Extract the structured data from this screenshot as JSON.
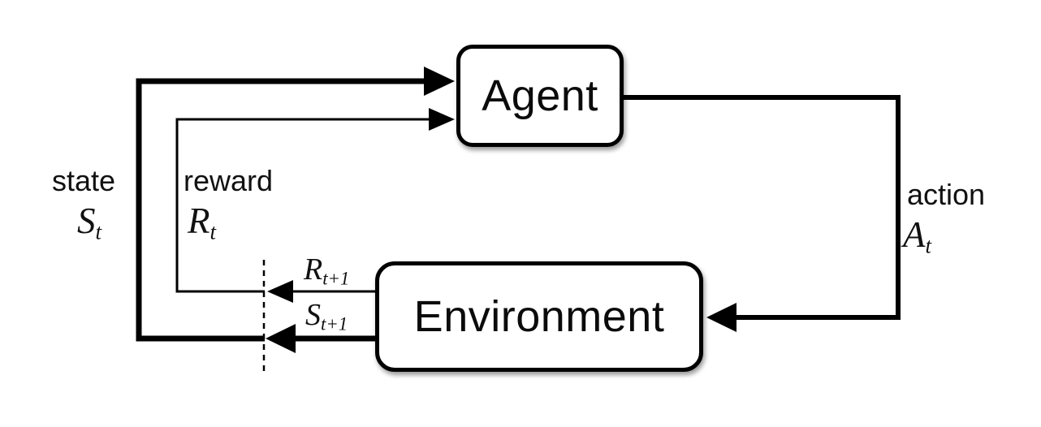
{
  "nodes": {
    "agent": {
      "label": "Agent"
    },
    "environment": {
      "label": "Environment"
    }
  },
  "labels": {
    "state": {
      "word": "state",
      "symbol": "S",
      "subscript": "t"
    },
    "reward": {
      "word": "reward",
      "symbol": "R",
      "subscript": "t"
    },
    "action": {
      "word": "action",
      "symbol": "A",
      "subscript": "t"
    },
    "next_reward": {
      "symbol": "R",
      "subscript": "t+1"
    },
    "next_state": {
      "symbol": "S",
      "subscript": "t+1"
    }
  },
  "edges": {
    "state_to_agent": "state/reward loop from environment to agent",
    "action_to_environment": "action from agent to environment"
  },
  "colors": {
    "line": "#000000",
    "background": "#ffffff",
    "text": "#111111"
  }
}
